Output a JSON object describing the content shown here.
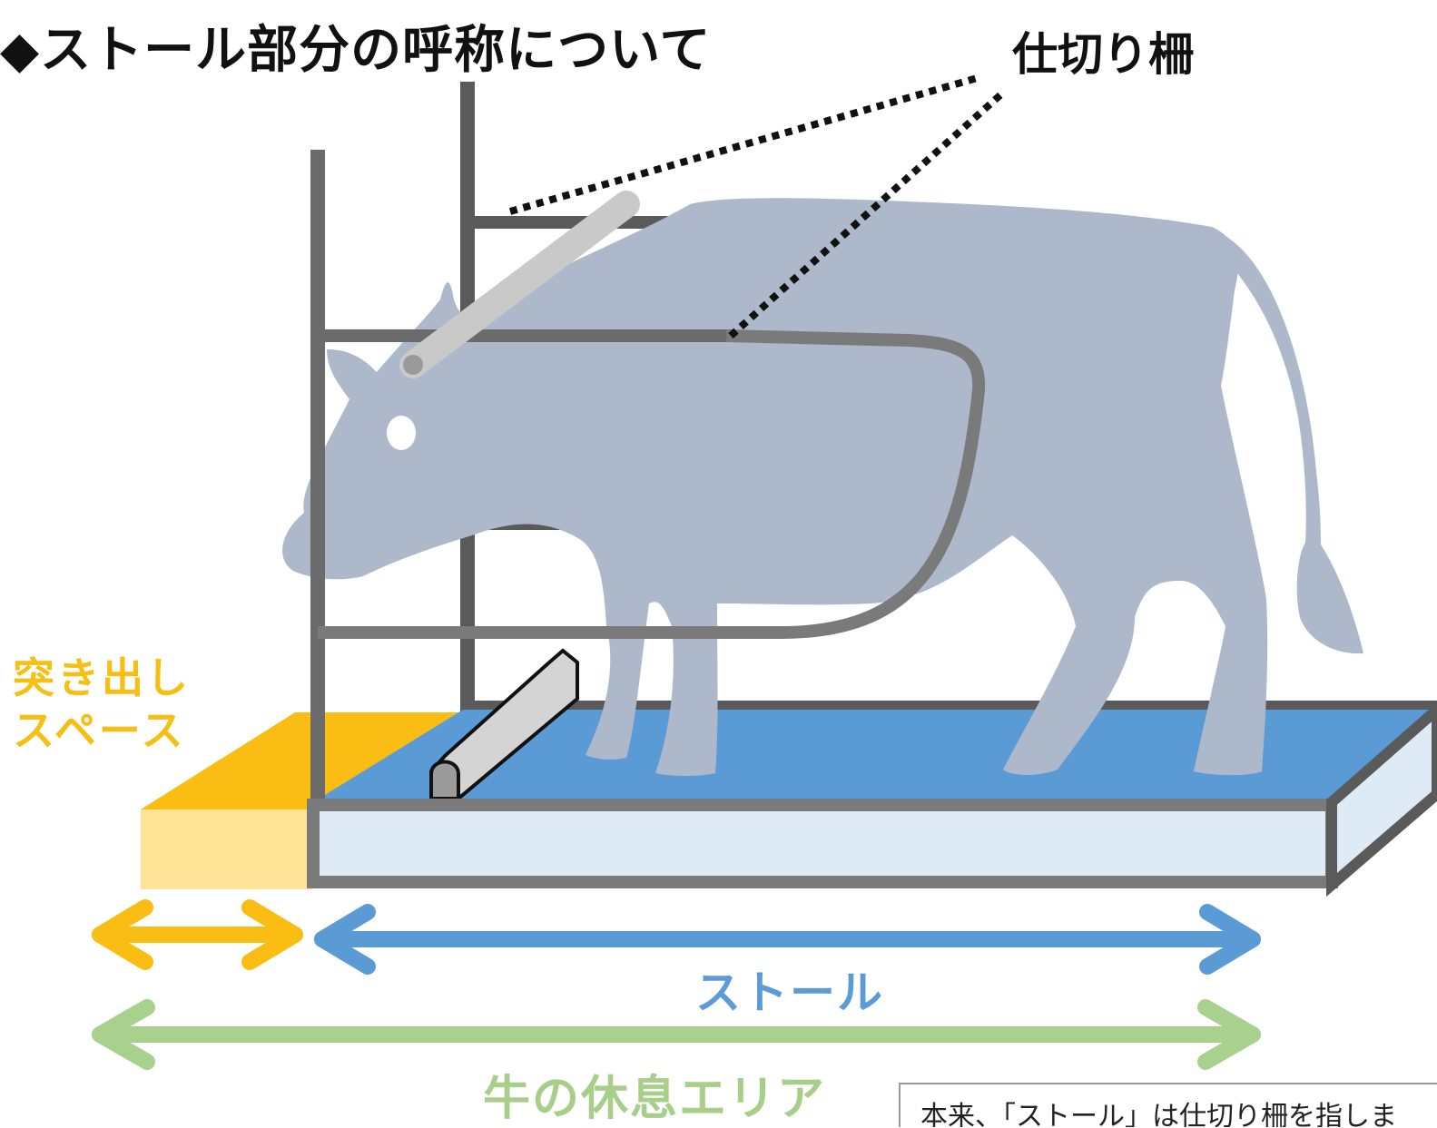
{
  "title": "◆ストール部分の呼称について",
  "labels": {
    "partition": "仕切り柵",
    "protrusion_line1": "突き出し",
    "protrusion_line2": "スペース",
    "stall": "ストール",
    "rest_area": "牛の休息エリア"
  },
  "note": "本来、「ストール」は仕切り柵を指しま",
  "colors": {
    "protrusion": "#f9bd13",
    "protrusion_light": "#ffe497",
    "stall_bed": "#5b9bd5",
    "bed_front": "#deeaf6",
    "rest_area": "#a9d18e",
    "cow": "#adb9ca",
    "frame": "#5a5a5a",
    "neck_rail": "#c9c9c9"
  },
  "icons": [
    "double-arrow-icon"
  ]
}
